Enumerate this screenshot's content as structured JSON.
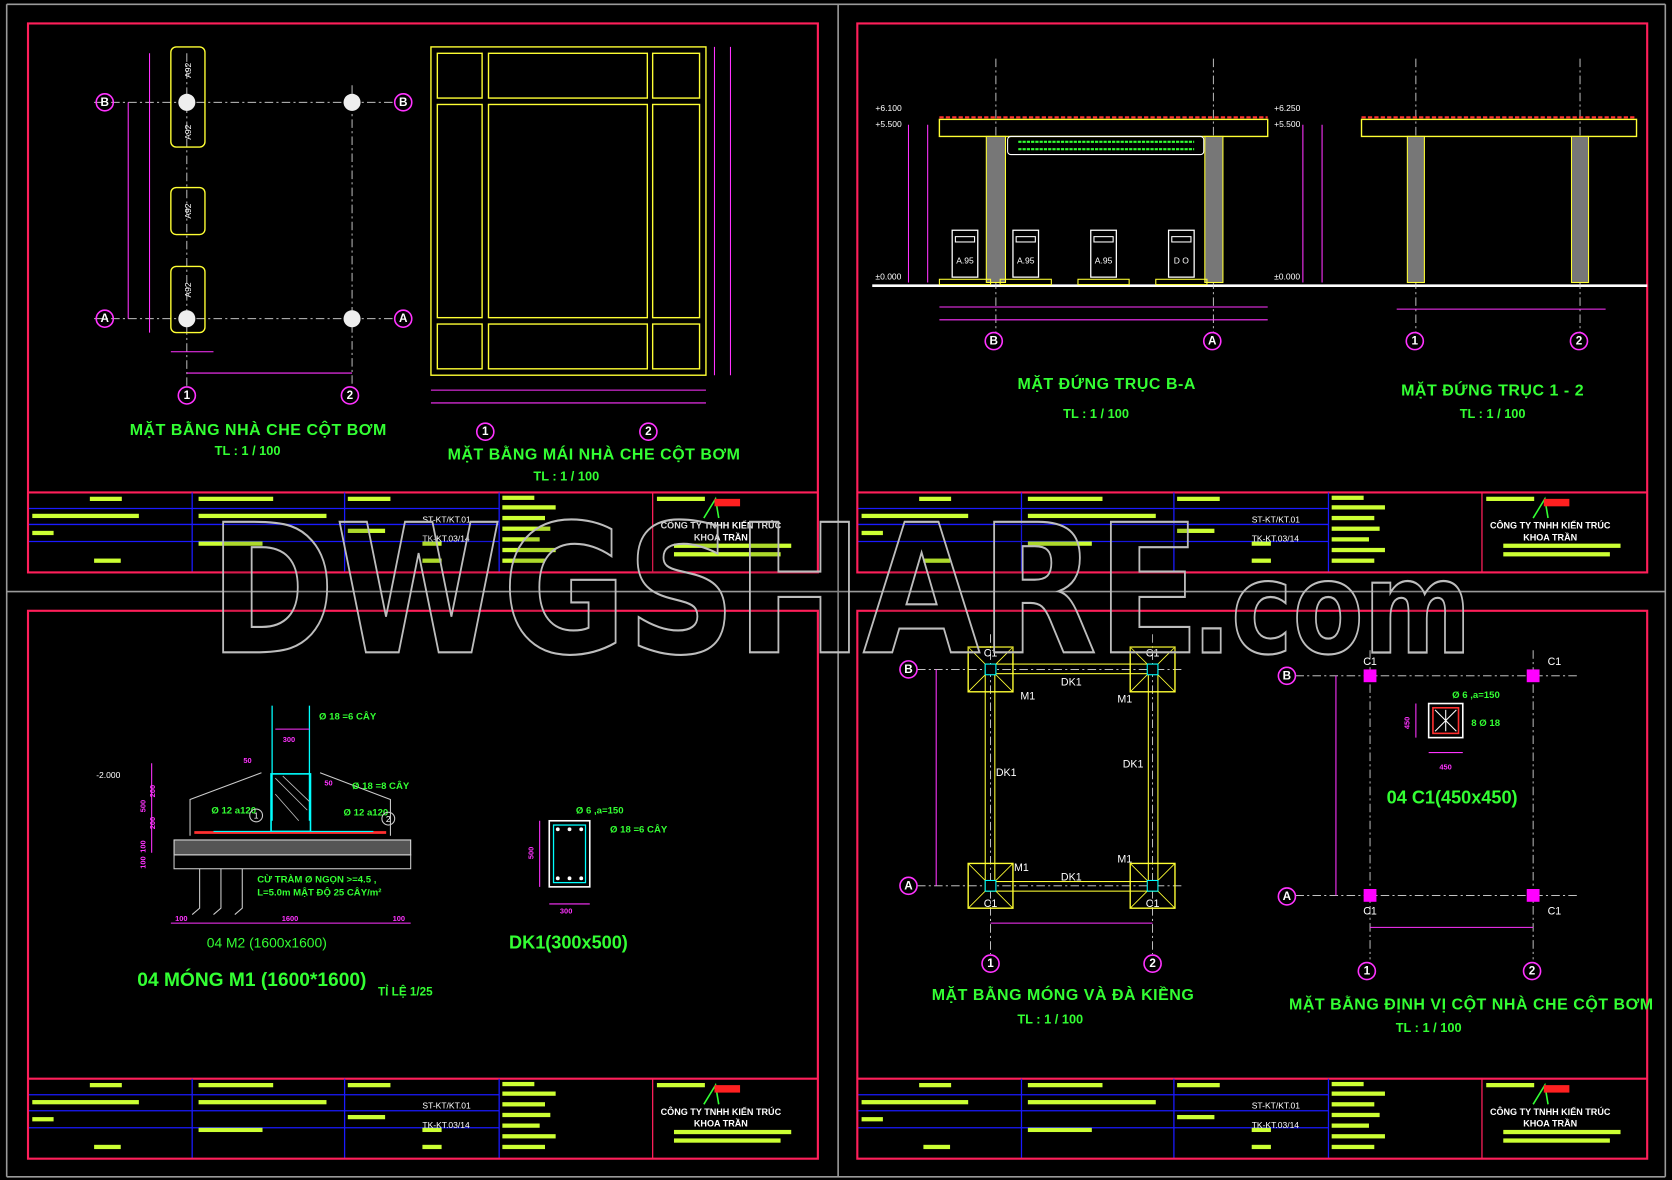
{
  "colors": {
    "background": "#000000",
    "frame": "#ff1f5a",
    "grid_blue": "#1a1aff",
    "text_green": "#33ff33",
    "dimension": "#ff33ff",
    "structure": "#ffff33",
    "title_bar": "#ccff33",
    "rebar": "#00ffff"
  },
  "watermark": {
    "main": "DWGSHARE",
    "suffix": ".com"
  },
  "title_block": {
    "company_line1": "CÔNG TY TNHH KIẾN TRÚC",
    "company_line2": "KHOA TRẦN",
    "logo_text": "KHOA TRAN",
    "code_a": "ST-KT/KT.01",
    "code_b": "TK-KT.03/14"
  },
  "sheet1": {
    "plan_title": "MẶT BẰNG NHÀ CHE CỘT BƠM",
    "plan_scale": "TL : 1 / 100",
    "roof_title": "MẶT BẰNG MÁI NHÀ CHE CỘT BƠM",
    "roof_scale": "TL : 1 / 100",
    "axes": {
      "b": "B",
      "a": "A",
      "one": "1",
      "two": "2"
    },
    "pumps": [
      "A92",
      "A92",
      "A92",
      "A92"
    ]
  },
  "sheet2": {
    "elev_ba_title": "MẶT ĐỨNG TRỤC B-A",
    "elev_ba_scale": "TL : 1 / 100",
    "elev_12_title": "MẶT ĐỨNG TRỤC 1 - 2",
    "elev_12_scale": "TL : 1 / 100",
    "levels_ba": [
      "+6.100",
      "+5.500",
      "±0.000"
    ],
    "levels_12": [
      "+6.250",
      "+5.500",
      "±0.000"
    ],
    "pumps": [
      "A.95",
      "A.95",
      "A.95",
      "D O"
    ],
    "axes": {
      "b": "B",
      "a": "A",
      "one": "1",
      "two": "2"
    }
  },
  "sheet3": {
    "footing_title": "04 MÓNG M1 (1600*1600)",
    "footing_scale": "TỈ LỆ 1/25",
    "footing_sub": "04 M2 (1600x1600)",
    "beam_title": "DK1(300x500)",
    "notes": {
      "rebar_col": "Ø 18 =6 CÂY",
      "rebar_col2": "Ø 18 =8 CÂY",
      "mesh1": "Ø 12 a120",
      "mesh2": "Ø 12 a120",
      "piles1": "CỪ TRÀM Ø NGỌN >=4.5 ,",
      "piles2": "L=5.0m MẬT ĐỘ 25 CÂY/m²",
      "stirrup": "Ø 6 ,a=150",
      "beam_rebar": "Ø 18 =6 CÂY"
    },
    "dims": {
      "col_w": "300",
      "cover_l": "50",
      "cover_r": "50",
      "level": "-2.000",
      "width": "1600",
      "edge_l": "100",
      "edge_r": "100",
      "h1": "500",
      "h2": "200",
      "h3": "200",
      "h4": "100",
      "h5": "100",
      "beam_h": "500",
      "beam_w": "300"
    },
    "markers": [
      "1",
      "2"
    ]
  },
  "sheet4": {
    "found_title": "MẶT BẰNG MÓNG VÀ ĐÀ KIỀNG",
    "found_scale": "TL : 1 / 100",
    "col_title": "MẶT BẰNG ĐỊNH VỊ CỘT NHÀ CHE CỘT BƠM",
    "col_scale": "TL : 1 / 100",
    "beam": "DK1",
    "footing": "M1",
    "column": "C1",
    "col_section": "04 C1(450x450)",
    "stirrup": "Ø 6 ,a=150",
    "main_rebar": "8 Ø 18",
    "dim_h": "450",
    "dim_w": "450",
    "axes": {
      "b": "B",
      "a": "A",
      "one": "1",
      "two": "2"
    }
  }
}
